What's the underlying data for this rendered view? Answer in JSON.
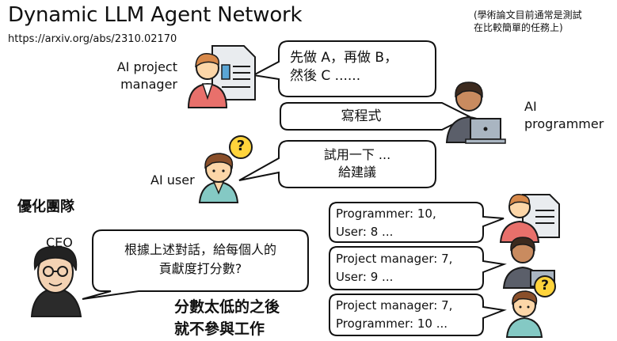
{
  "header": {
    "title": "Dynamic LLM Agent Network",
    "url": "https://arxiv.org/abs/2310.02170",
    "note": [
      "(學術論文目前通常是測試",
      "在比較簡單的任務上)"
    ]
  },
  "agents": {
    "pm_label": [
      "AI project",
      "manager"
    ],
    "programmer_label": [
      "AI",
      "programmer"
    ],
    "user_label": "AI user",
    "ceo_label": "CEO"
  },
  "bubbles": {
    "pm": [
      "先做 A，再做 B，",
      "然後 C ......"
    ],
    "programmer": "寫程式",
    "user": [
      "試用一下 ...",
      "給建議"
    ],
    "ceo": [
      "根據上述對話，給每個人的",
      "貢獻度打分數?"
    ]
  },
  "headings": {
    "optimize": "優化團隊",
    "result": [
      "分數太低的之後",
      "就不參與工作"
    ]
  },
  "scores": [
    [
      "Programmer: 10,",
      "User: 8 ..."
    ],
    [
      "Project manager: 7,",
      "User: 9 ..."
    ],
    [
      "Project manager: 7,",
      "Programmer: 10 ..."
    ]
  ],
  "icons": {
    "question": "?",
    "names": [
      "manager-avatar-icon",
      "programmer-avatar-icon",
      "user-avatar-icon",
      "ceo-avatar-icon",
      "question-mark-icon",
      "laptop-icon",
      "document-icon"
    ]
  },
  "colors": {
    "skin": "#fcd6a8",
    "hair_dark": "#3c2a1e",
    "red_shirt": "#e8706b",
    "teal": "#84c9c4",
    "yellow": "#ffd43b",
    "gray_doc": "#e9ecef",
    "laptop": "#a9b5c1"
  }
}
